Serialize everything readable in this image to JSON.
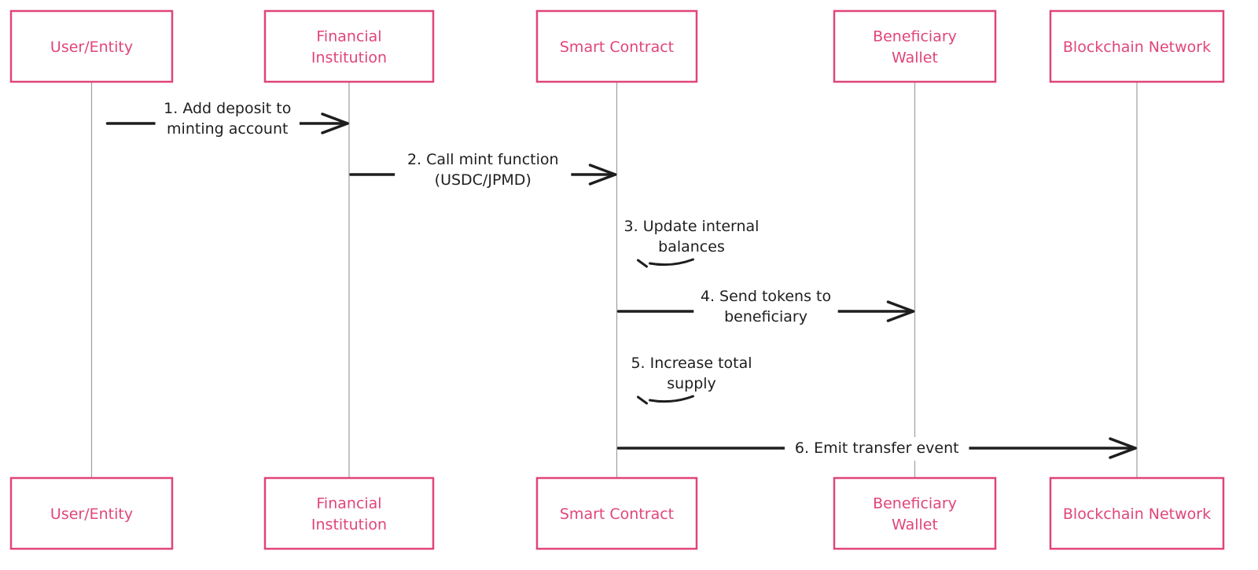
{
  "diagram": {
    "type": "sequence",
    "colors": {
      "actor": "#e0457b",
      "message": "#1e1e1e",
      "lifeline": "#9e9e9e",
      "background": "#ffffff"
    },
    "actors": [
      {
        "id": "user",
        "label_lines": [
          "User/Entity"
        ]
      },
      {
        "id": "bank",
        "label_lines": [
          "Financial",
          "Institution"
        ]
      },
      {
        "id": "contract",
        "label_lines": [
          "Smart Contract"
        ]
      },
      {
        "id": "wallet",
        "label_lines": [
          "Beneficiary",
          "Wallet"
        ]
      },
      {
        "id": "chain",
        "label_lines": [
          "Blockchain Network"
        ]
      }
    ],
    "messages": [
      {
        "step": 1,
        "from": "user",
        "to": "bank",
        "label_lines": [
          "1. Add deposit to",
          "minting account"
        ]
      },
      {
        "step": 2,
        "from": "bank",
        "to": "contract",
        "label_lines": [
          "2. Call mint function",
          "(USDC/JPMD)"
        ]
      },
      {
        "step": 3,
        "from": "contract",
        "to": "contract",
        "label_lines": [
          "3. Update internal",
          "balances"
        ]
      },
      {
        "step": 4,
        "from": "contract",
        "to": "wallet",
        "label_lines": [
          "4. Send tokens to",
          "beneficiary"
        ]
      },
      {
        "step": 5,
        "from": "contract",
        "to": "contract",
        "label_lines": [
          "5. Increase total",
          "supply"
        ]
      },
      {
        "step": 6,
        "from": "contract",
        "to": "chain",
        "label_lines": [
          "6. Emit transfer event"
        ]
      }
    ]
  }
}
